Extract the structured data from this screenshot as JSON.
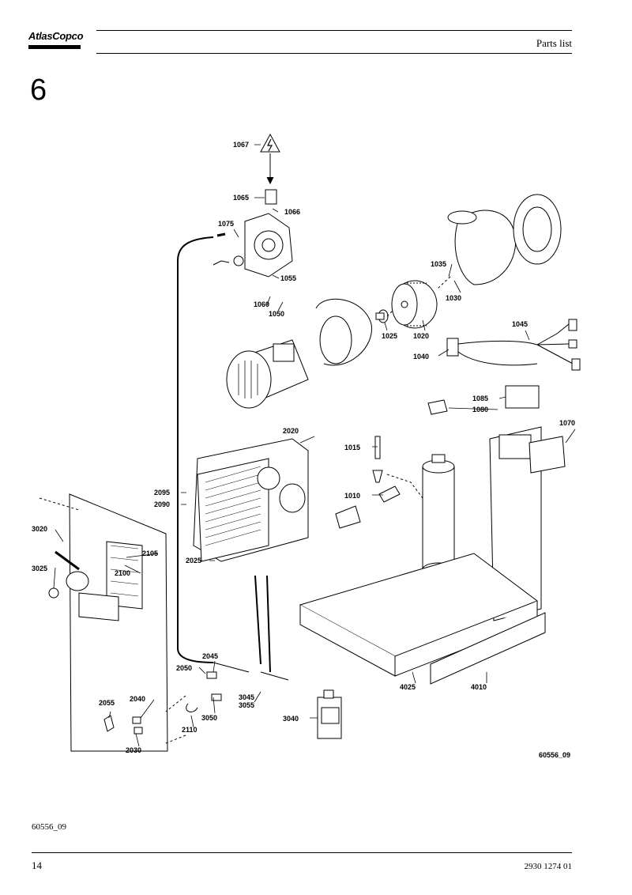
{
  "header": {
    "logo_text": "AtlasCopco",
    "title": "Parts list"
  },
  "section_number": "6",
  "drawing": {
    "figure_code": "60556_09",
    "callouts": {
      "c1067": "1067",
      "c1065": "1065",
      "c1066": "1066",
      "c1075": "1075",
      "c1055": "1055",
      "c1060": "1060",
      "c1050": "1050",
      "c1035": "1035",
      "c1030": "1030",
      "c1025": "1025",
      "c1020": "1020",
      "c1045": "1045",
      "c1040": "1040",
      "c1085": "1085",
      "c1080": "1080",
      "c2020": "2020",
      "c1070": "1070",
      "c1015": "1015",
      "c1010": "1010",
      "c2095": "2095",
      "c2090": "2090",
      "c3020": "3020",
      "c2105": "2105",
      "c2100": "2100",
      "c3025": "3025",
      "c2025": "2025",
      "c2045": "2045",
      "c2050": "2050",
      "c3045": "3045",
      "c3055": "3055",
      "c2040": "2040",
      "c2055": "2055",
      "c3050": "3050",
      "c2110": "2110",
      "c2030": "2030",
      "c3040": "3040",
      "c4025": "4025",
      "c4010": "4010"
    }
  },
  "footer": {
    "figure_code": "60556_09",
    "page_number": "14",
    "document_number": "2930 1274 01"
  }
}
